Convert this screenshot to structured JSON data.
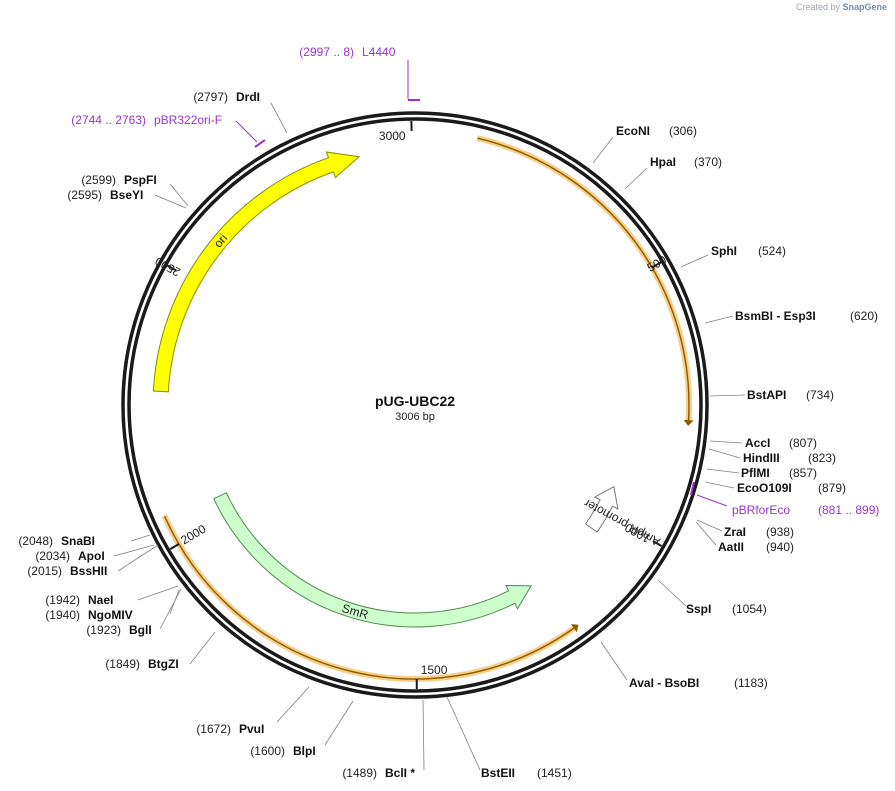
{
  "brand": {
    "created_by": "Created by",
    "app": "SnapGene"
  },
  "plasmid": {
    "name": "pUG-UBC22",
    "length_label": "3006 bp",
    "length": 3006
  },
  "ticks": [
    {
      "pos": 3000,
      "label": "3000"
    },
    {
      "pos": 500,
      "label": "500"
    },
    {
      "pos": 1000,
      "label": "1000"
    },
    {
      "pos": 1500,
      "label": "1500"
    },
    {
      "pos": 2000,
      "label": "2000"
    },
    {
      "pos": 2500,
      "label": "2500"
    }
  ],
  "features": [
    {
      "name": "ori",
      "label": "ori",
      "start": 2280,
      "end": 2900,
      "direction": "forward",
      "color": "#ffff00",
      "stroke": "#8a8a00"
    },
    {
      "name": "AmpR promoter",
      "label": "AmpR promoter",
      "start": 938,
      "end": 1043,
      "direction": "reverse",
      "color": "#ffffff",
      "stroke": "#777777"
    },
    {
      "name": "SmR",
      "label": "SmR",
      "start": 1230,
      "end": 2046,
      "direction": "reverse",
      "color": "#ccffcc",
      "stroke": "#4d8a4d"
    }
  ],
  "orfs": [
    {
      "start": 110,
      "end": 788,
      "direction": "forward"
    },
    {
      "start": 1197,
      "end": 2055,
      "direction": "reverse"
    }
  ],
  "primers": [
    {
      "name": "L4440",
      "range": "(2997 .. 8)",
      "color": "#9933cc"
    },
    {
      "name": "pBR322ori-F",
      "range": "(2744 .. 2763)",
      "color": "#9933cc"
    },
    {
      "name": "pBRforEco",
      "range": "(881 .. 899)",
      "color": "#9933cc"
    }
  ],
  "sites": [
    {
      "name": "DrdI",
      "pos": "(2797)"
    },
    {
      "name": "PspFI",
      "pos": "(2599)"
    },
    {
      "name": "BseYI",
      "pos": "(2595)"
    },
    {
      "name": "EcoNI",
      "pos": "(306)"
    },
    {
      "name": "HpaI",
      "pos": "(370)"
    },
    {
      "name": "SphI",
      "pos": "(524)"
    },
    {
      "name": "BsmBI - Esp3I",
      "pos": "(620)"
    },
    {
      "name": "BstAPI",
      "pos": "(734)"
    },
    {
      "name": "AccI",
      "pos": "(807)"
    },
    {
      "name": "HindIII",
      "pos": "(823)"
    },
    {
      "name": "PflMI",
      "pos": "(857)"
    },
    {
      "name": "EcoO109I",
      "pos": "(879)"
    },
    {
      "name": "ZraI",
      "pos": "(938)"
    },
    {
      "name": "AatII",
      "pos": "(940)"
    },
    {
      "name": "SspI",
      "pos": "(1054)"
    },
    {
      "name": "AvaI - BsoBI",
      "pos": "(1183)"
    },
    {
      "name": "BstEII",
      "pos": "(1451)"
    },
    {
      "name": "BclI *",
      "pos": "(1489)"
    },
    {
      "name": "BlpI",
      "pos": "(1600)"
    },
    {
      "name": "PvuI",
      "pos": "(1672)"
    },
    {
      "name": "BtgZI",
      "pos": "(1849)"
    },
    {
      "name": "BglI",
      "pos": "(1923)"
    },
    {
      "name": "NgoMIV",
      "pos": "(1940)"
    },
    {
      "name": "NaeI",
      "pos": "(1942)"
    },
    {
      "name": "BssHII",
      "pos": "(2015)"
    },
    {
      "name": "ApoI",
      "pos": "(2034)"
    },
    {
      "name": "SnaBI",
      "pos": "(2048)"
    }
  ]
}
